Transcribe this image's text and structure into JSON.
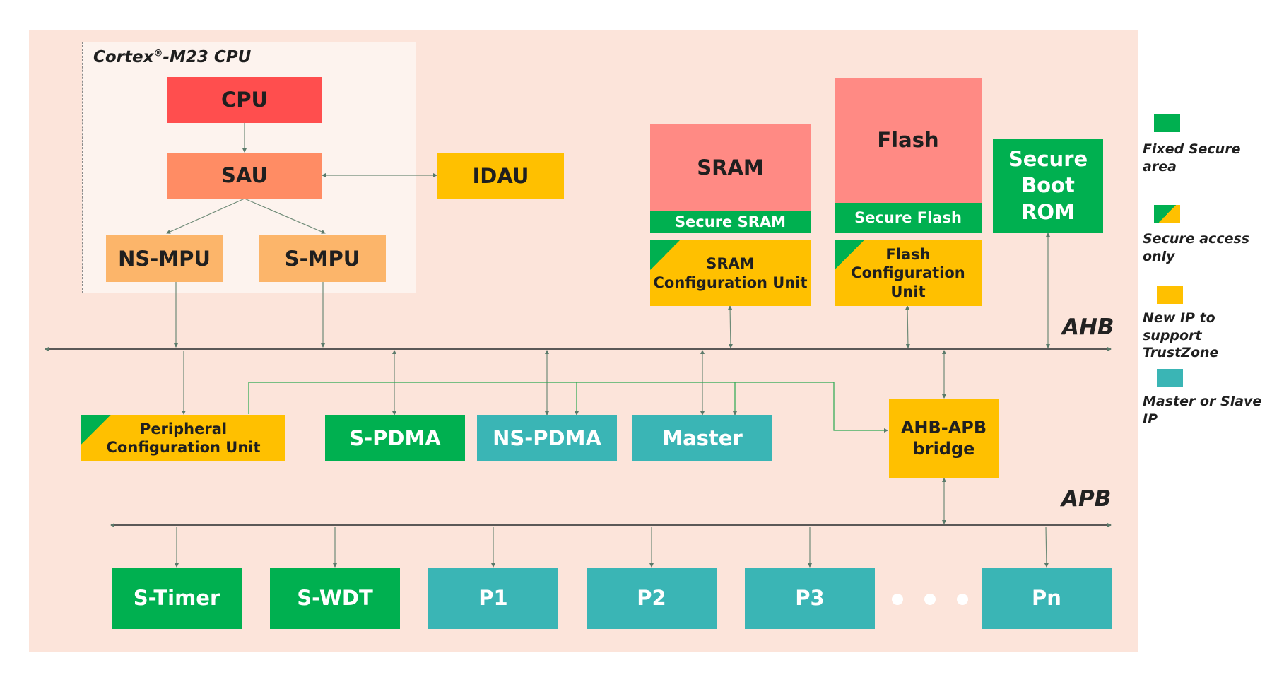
{
  "cpu_group": {
    "title_main": "Cortex",
    "title_reg": "®",
    "title_rest": "-M23 CPU",
    "cpu": "CPU",
    "sau": "SAU",
    "ns_mpu": "NS-MPU",
    "s_mpu": "S-MPU"
  },
  "idau": "IDAU",
  "memory": {
    "sram": "SRAM",
    "secure_sram": "Secure SRAM",
    "sram_config": [
      "SRAM",
      "Configuration Unit"
    ],
    "flash": "Flash",
    "secure_flash": "Secure Flash",
    "flash_config": [
      "Flash",
      "Configuration Unit"
    ],
    "boot_rom": [
      "Secure",
      "Boot",
      "ROM"
    ]
  },
  "buses": {
    "ahb": "AHB",
    "apb": "APB"
  },
  "ahb_devices": {
    "periph_config": [
      "Peripheral",
      "Configuration Unit"
    ],
    "s_pdma": "S-PDMA",
    "ns_pdma": "NS-PDMA",
    "master": "Master",
    "bridge": [
      "AHB-APB",
      "bridge"
    ]
  },
  "apb_devices": {
    "s_timer": "S-Timer",
    "s_wdt": "S-WDT",
    "p1": "P1",
    "p2": "P2",
    "p3": "P3",
    "pn": "Pn"
  },
  "legend": {
    "fixed_secure": "Fixed Secure area",
    "secure_access": "Secure access only",
    "new_ip": [
      "New IP to support",
      "TrustZone"
    ],
    "master_slave": "Master or Slave IP"
  },
  "colors": {
    "background": "#fce4da",
    "cpu": "#ff4e4e",
    "sau": "#ff8c64",
    "mpu": "#fcb56a",
    "new_ip_yellow": "#ffc000",
    "memory_pink": "#ff8a84",
    "secure_green": "#00b050",
    "master_slave_teal": "#3ab5b5"
  }
}
